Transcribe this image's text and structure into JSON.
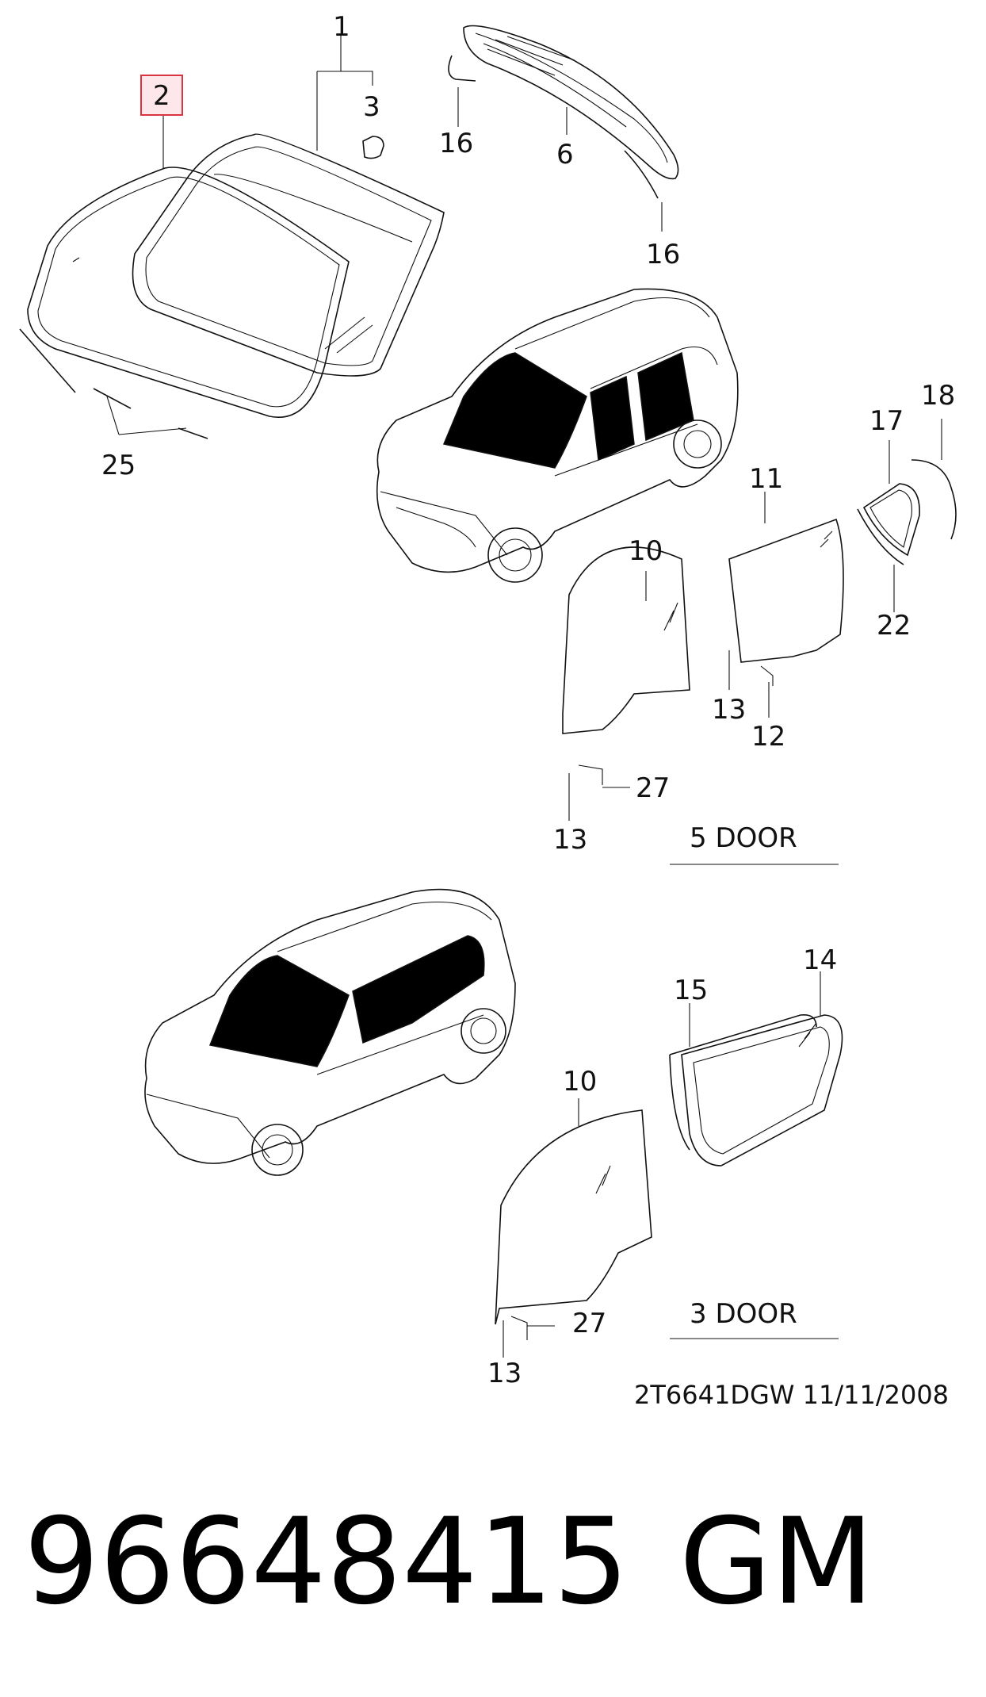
{
  "callouts": {
    "c1": "1",
    "c2": "2",
    "c3": "3",
    "c6": "6",
    "c16a": "16",
    "c16b": "16",
    "c25": "25",
    "c10a": "10",
    "c11": "11",
    "c12": "12",
    "c13a": "13",
    "c13b": "13",
    "c17": "17",
    "c18": "18",
    "c22": "22",
    "c27a": "27",
    "c10b": "10",
    "c27b": "27",
    "c13c": "13",
    "c14": "14",
    "c15": "15"
  },
  "sections": {
    "five_door": "5 DOOR",
    "three_door": "3 DOOR"
  },
  "drawing_code": "2T6641DGW  11/11/2008",
  "highlight_color": "#d9343f",
  "highlight_fill": "#fde7ea",
  "part_number": "96648415",
  "brand": "GM"
}
